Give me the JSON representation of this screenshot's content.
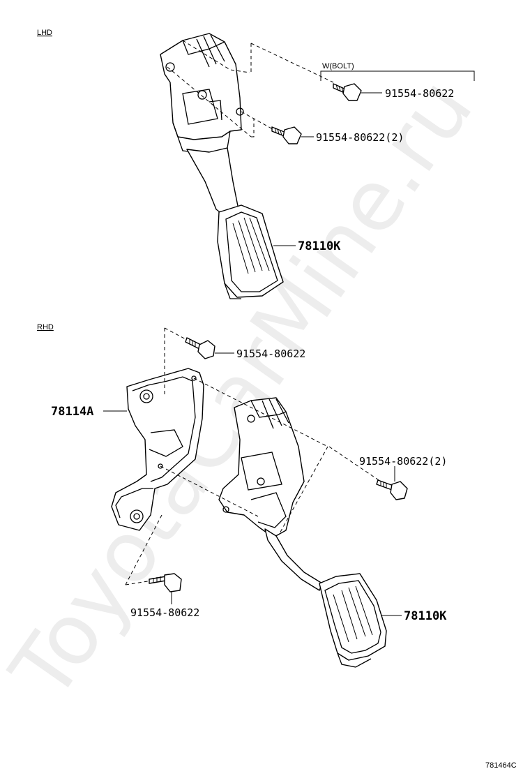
{
  "sections": {
    "lhd": "LHD",
    "rhd": "RHD"
  },
  "lhd": {
    "bolt_group_label": "W(BOLT)",
    "bolt_upper": "91554-80622",
    "bolt_lower": "91554-80622(2)",
    "pedal": "78110K"
  },
  "rhd": {
    "bolt_top": "91554-80622",
    "bracket": "78114A",
    "bolt_right": "91554-80622(2)",
    "bolt_bottom": "91554-80622",
    "pedal": "78110K"
  },
  "diagram_code": "781464C",
  "watermark": "ToyotaCarMine.ru"
}
